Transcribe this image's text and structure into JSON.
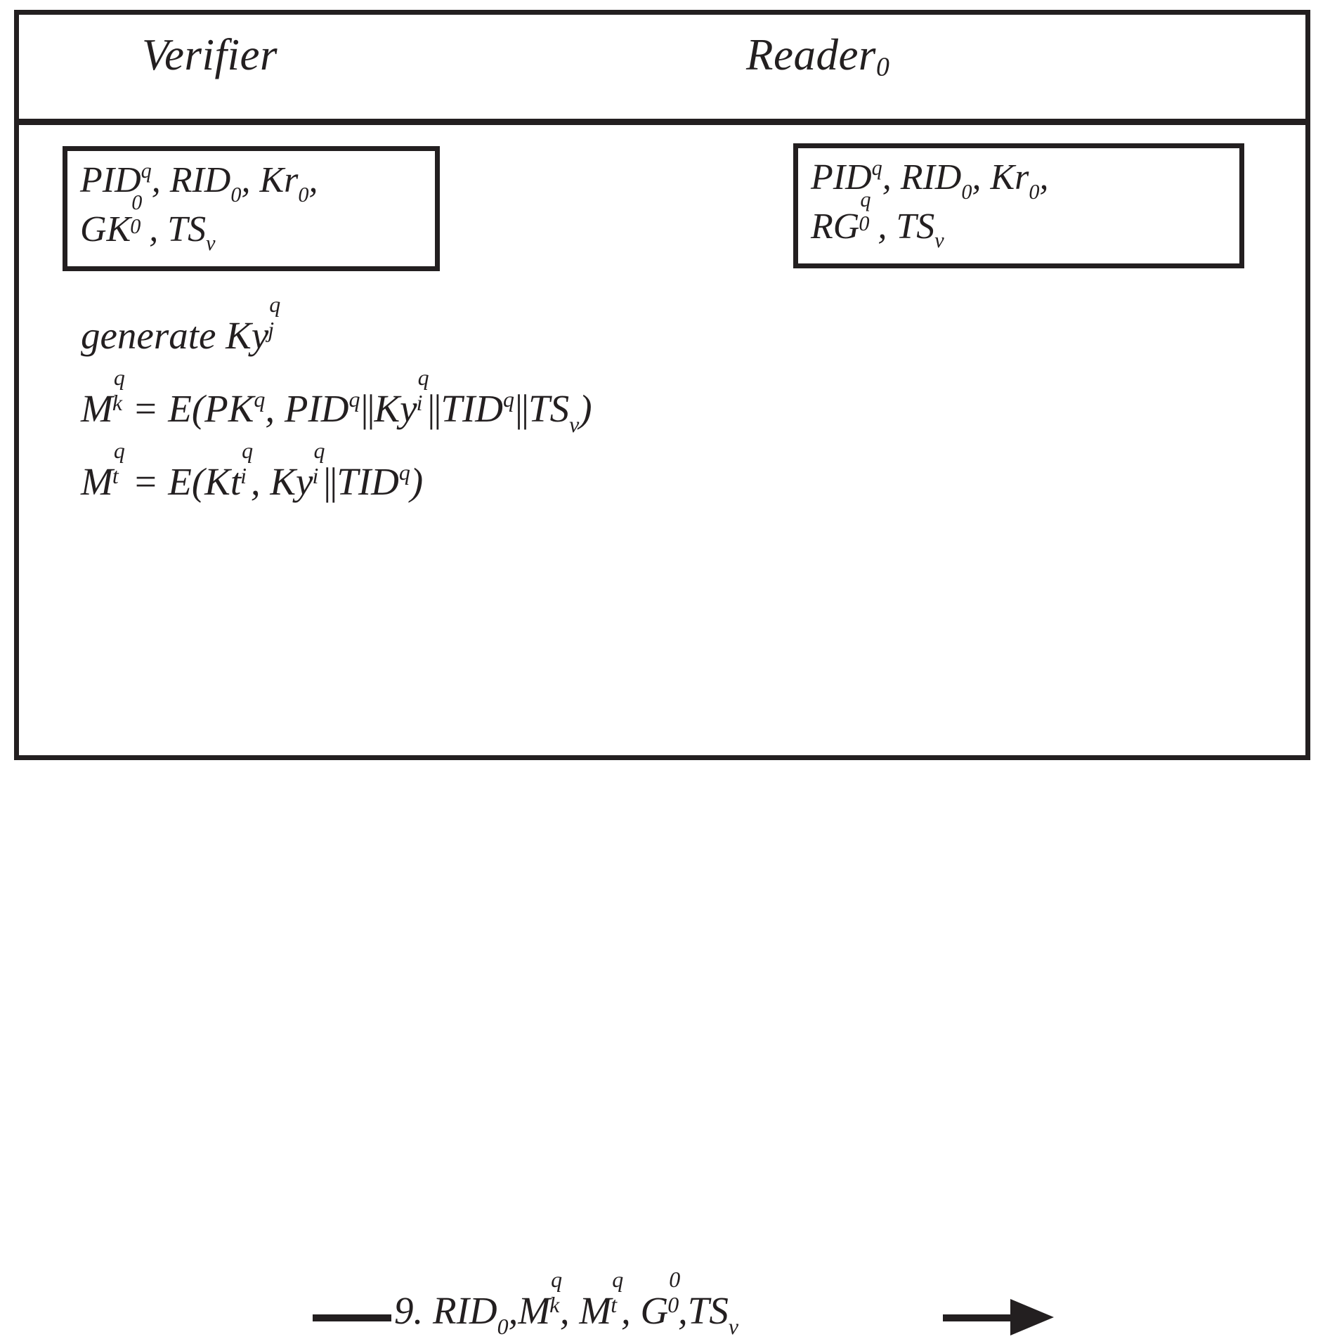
{
  "diagram": {
    "type": "protocol-sequence-diagram",
    "parties": [
      {
        "id": "verifier",
        "label": "Verifier",
        "subscript": ""
      },
      {
        "id": "reader0",
        "label": "Reader",
        "subscript": "0"
      }
    ],
    "knowledge_boxes": [
      {
        "owner": "verifier",
        "lines": [
          {
            "items": "PID^q, RID_0, Kr_0,"
          },
          {
            "items": "GK_0^0, TS_v"
          }
        ]
      },
      {
        "owner": "reader0",
        "lines": [
          {
            "items": "PID^q, RID_0, Kr_0,"
          },
          {
            "items": "RG_0^q, TS_v"
          }
        ]
      }
    ],
    "operations": [
      {
        "id": "generate-key",
        "text": "generate Ky_j^q"
      },
      {
        "id": "mk-equation",
        "text": "M_k^q = E(PK^q, PID^q||Ky_i^q||TID^q||TS_v)"
      },
      {
        "id": "mt-equation",
        "text": "M_t^q = E(Kt_i^q, Ky_i^q||TID^q)"
      }
    ],
    "messages": [
      {
        "step": "9.",
        "from": "verifier",
        "to": "reader0",
        "direction": "right",
        "payload": "RID_0,M_k^q, M_t^q, G_0^0, TS_v"
      }
    ],
    "tokens": {
      "pid": "PID",
      "rid": "RID",
      "kr": "Kr",
      "gk": "GK",
      "rg": "RG",
      "ts": "TS",
      "generate": "generate",
      "ky": "Ky",
      "m": "M",
      "e": "E",
      "pk": "PK",
      "tid": "TID",
      "kt": "Kt",
      "g": "G",
      "eq": "=",
      "comma": ",",
      "lparen": "(",
      "rparen": ")",
      "concat": "||",
      "sup_q": "q",
      "sup_0": "0",
      "sub_0": "0",
      "sub_v": "v",
      "sub_j": "j",
      "sub_i": "i",
      "sub_k": "k",
      "sub_t": "t",
      "step9": "9."
    },
    "colors": {
      "ink": "#231f20",
      "background": "#ffffff"
    }
  }
}
